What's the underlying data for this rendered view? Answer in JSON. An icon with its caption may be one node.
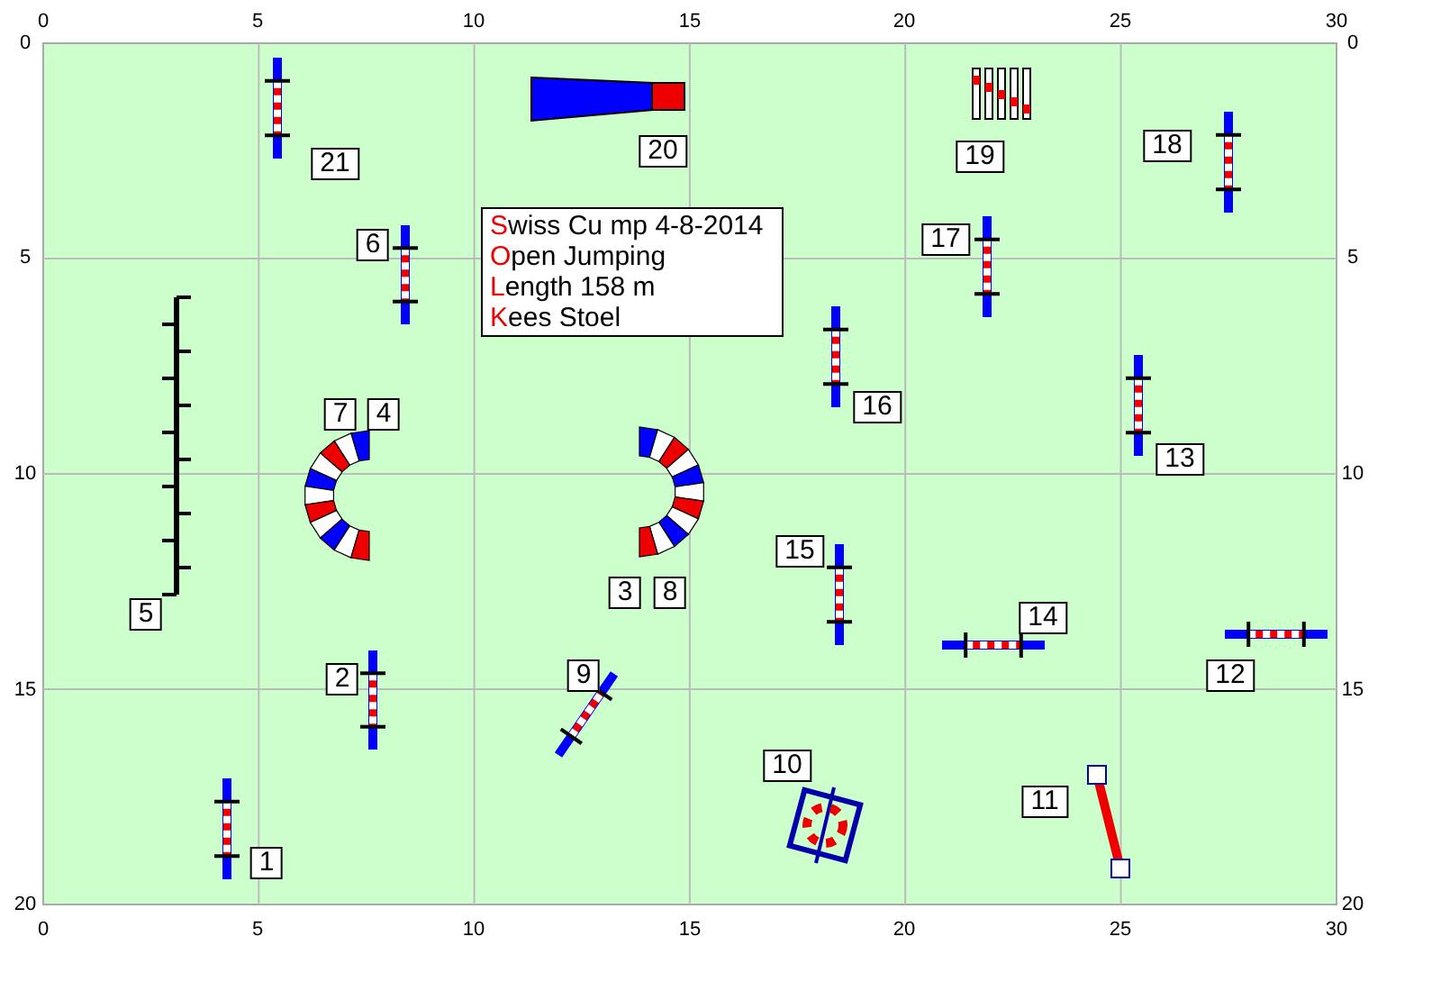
{
  "diagram": {
    "nodes": [
      {
        "text": [
          "Swiss Cu mp 4-8-2014",
          "Open Jumping",
          "Length 158 m",
          "Kees Stoel"
        ]
      }
    ],
    "labels": [
      "0",
      "5",
      "10",
      "15",
      "20",
      "25",
      "30",
      "0",
      "0",
      "21",
      "20",
      "19",
      "18",
      "5",
      "6",
      "17",
      "5",
      "7",
      "4",
      "16",
      "10",
      "13",
      "10",
      "15",
      "3",
      "8",
      "5",
      "14",
      "15",
      "2",
      "9",
      "12",
      "15",
      "10",
      "11",
      "1",
      "20",
      "20",
      "0",
      "5",
      "10",
      "15",
      "20",
      "25",
      "30"
    ]
  }
}
